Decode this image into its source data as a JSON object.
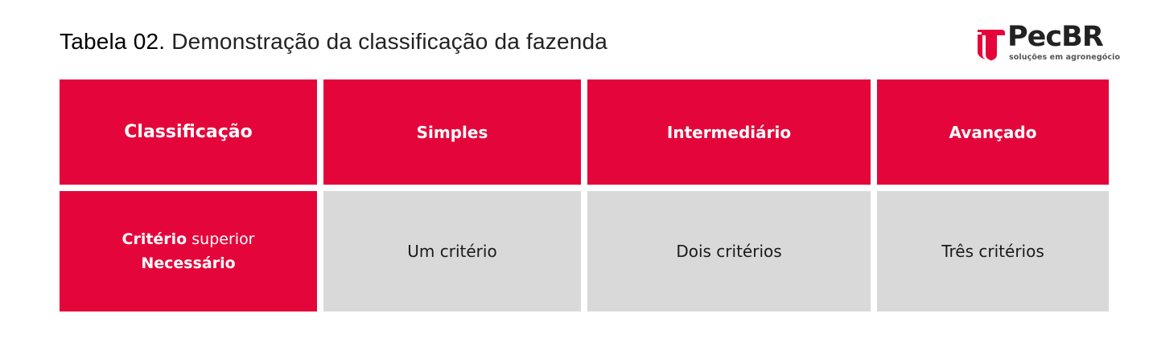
{
  "caption": {
    "lead": "Tabela 02.",
    "rest": "Demonstração da classificação da fazenda"
  },
  "logo": {
    "wordmark": "PecBR",
    "tagline": "soluções em agronegócio",
    "color": "#e4063a"
  },
  "table": {
    "headers": [
      "Classificação",
      "Simples",
      "Intermediário",
      "Avançado"
    ],
    "row": {
      "label_part1": "Critério",
      "label_part2": "superior",
      "label_part3": "Necessário",
      "cells": [
        "Um critério",
        "Dois critérios",
        "Três critérios"
      ]
    },
    "colors": {
      "accent": "#e4063a",
      "cell_bg": "#d9d9d9"
    }
  }
}
